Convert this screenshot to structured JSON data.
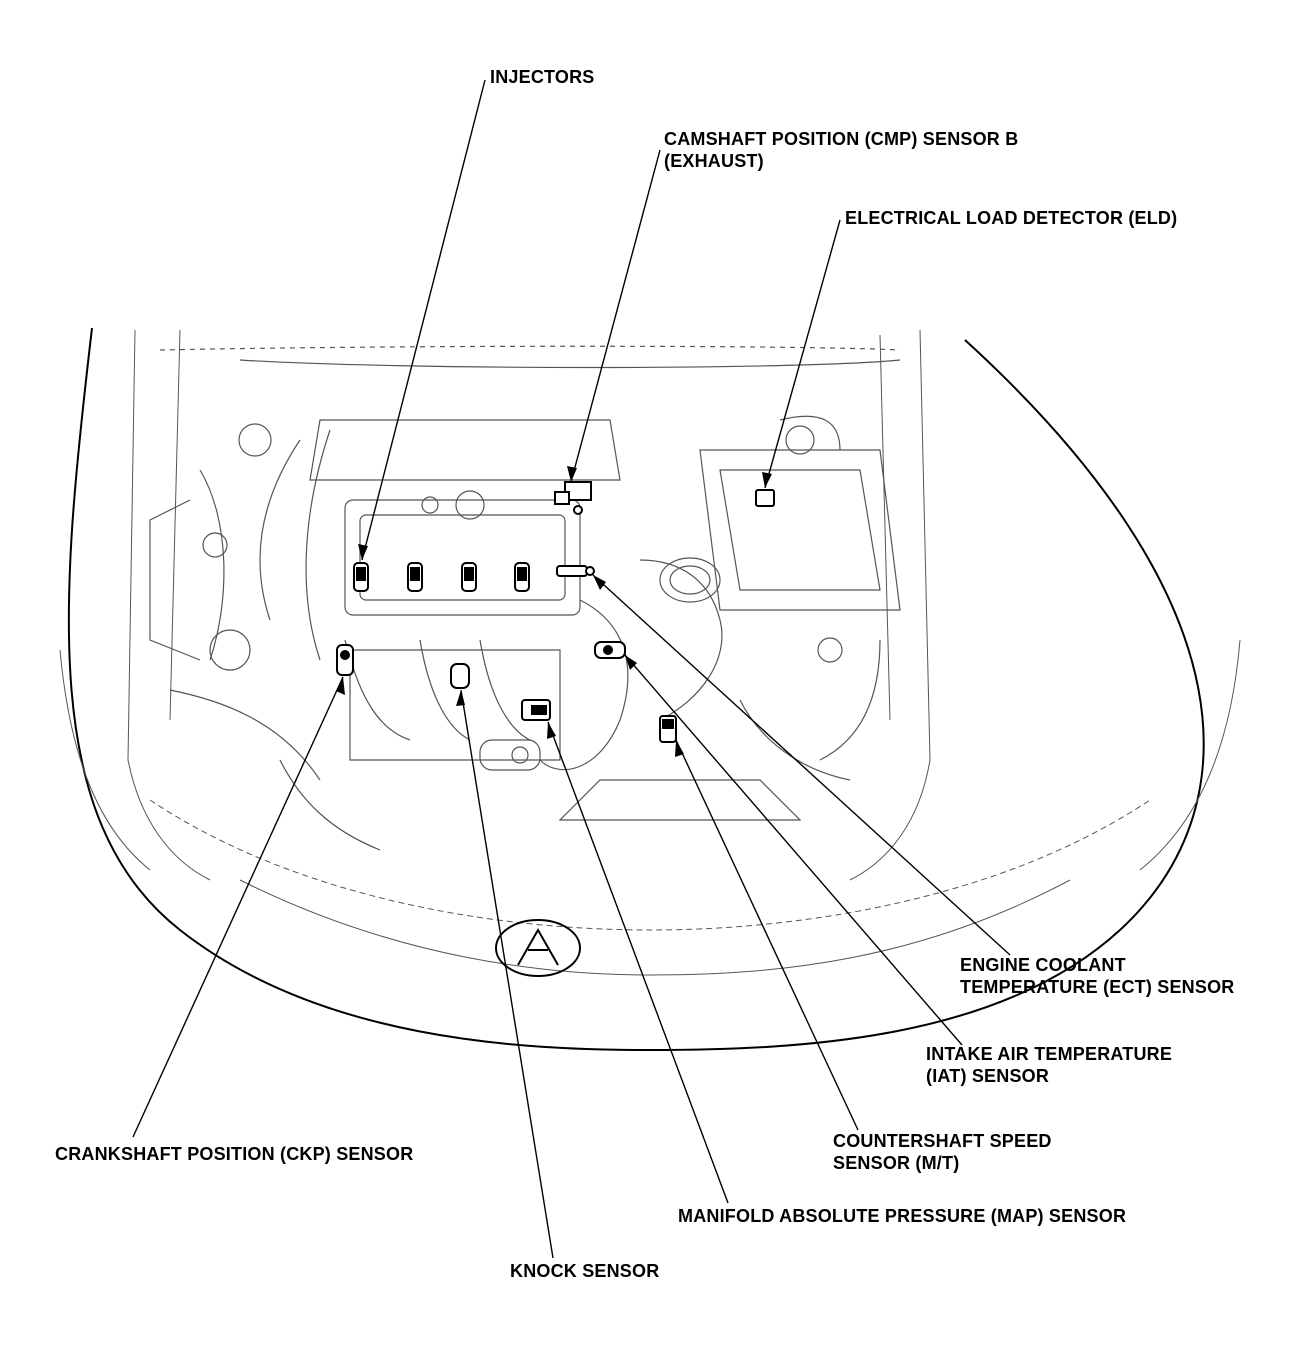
{
  "labels": {
    "injectors": [
      "INJECTORS"
    ],
    "cmp": [
      "CAMSHAFT POSITION (CMP) SENSOR B",
      "(EXHAUST)"
    ],
    "eld": [
      "ELECTRICAL LOAD DETECTOR (ELD)"
    ],
    "ect": [
      "ENGINE COOLANT",
      "TEMPERATURE (ECT) SENSOR"
    ],
    "iat": [
      "INTAKE AIR TEMPERATURE",
      "(IAT) SENSOR"
    ],
    "css": [
      "COUNTERSHAFT SPEED",
      "SENSOR (M/T)"
    ],
    "map": [
      "MANIFOLD ABSOLUTE PRESSURE (MAP) SENSOR"
    ],
    "ckp": [
      "CRANKSHAFT POSITION (CKP) SENSOR"
    ],
    "knock": [
      "KNOCK SENSOR"
    ]
  },
  "colors": {
    "ink": "#000000",
    "sketch": "#555555",
    "paper": "#ffffff"
  }
}
